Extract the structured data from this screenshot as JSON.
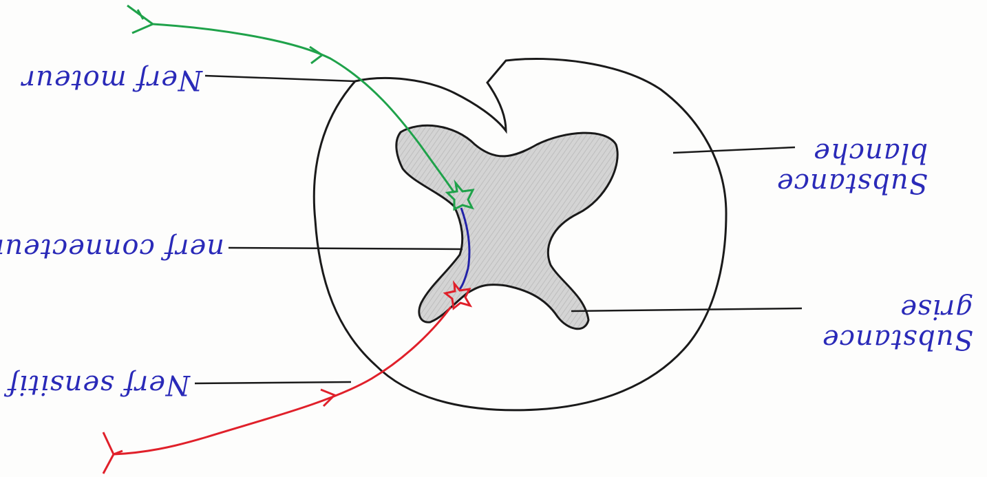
{
  "labels": {
    "motor_nerve": "Nerf moteur",
    "connector_nerve": "nerf connecteur",
    "sensory_nerve": "Nerf sensitif",
    "white_matter_line1": "Substance",
    "white_matter_line2": "blanche",
    "grey_matter_line1": "Substance",
    "grey_matter_line2": "grise"
  },
  "colors": {
    "label_ink": "#2a2ab8",
    "outline": "#1a1a1a",
    "motor_nerve": "#1fa24a",
    "connector_nerve": "#2222a8",
    "sensory_nerve": "#e0202a",
    "grey_matter_fill": "#cfcfcf"
  }
}
